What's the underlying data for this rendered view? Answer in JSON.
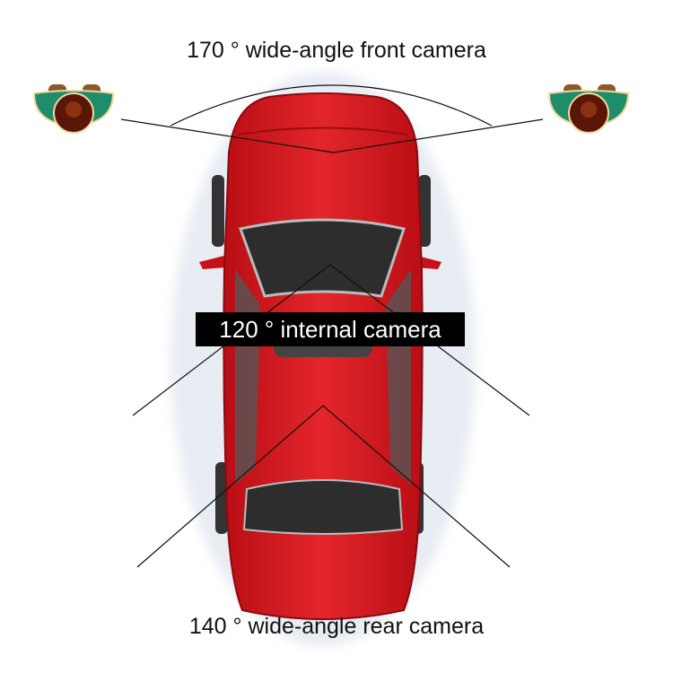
{
  "labels": {
    "front": "170 ° wide-angle front camera",
    "internal": "120 ° internal camera",
    "rear": "140 ° wide-angle rear camera"
  },
  "colors": {
    "car_body": "#d8141c",
    "glass": "#2e2e2e",
    "camera_body": "#1f8c6a",
    "camera_lens": "#5a1608"
  },
  "icons": [
    "camera-icon-left",
    "camera-icon-right"
  ]
}
